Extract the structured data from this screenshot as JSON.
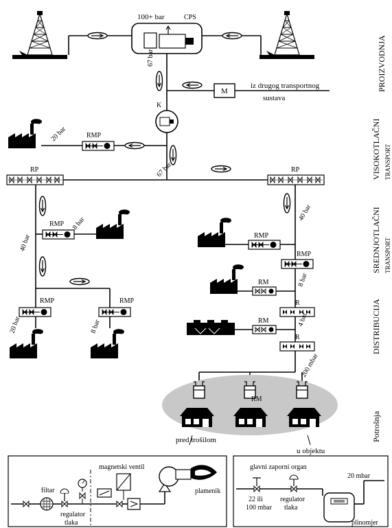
{
  "top": {
    "pressure": "100+ bar",
    "cps": "CPS",
    "p67a": "67 bar",
    "k": "K",
    "m": "M",
    "other_system_1": "iz drugog transportnog",
    "other_system_2": "sustava"
  },
  "high": {
    "rmp": "RMP",
    "p20": "20 bar",
    "p67b": "67 bar",
    "rp_left": "RP",
    "rp_right": "RP"
  },
  "middle": {
    "p40_left": "40 bar",
    "p40_right": "40 bar",
    "rmp_left": "RMP",
    "p8_left": "8 bar",
    "rmp_right": "RMP",
    "rmp_right2": "RMP",
    "rmp_bl": "RMP",
    "rmp_br": "RMP",
    "p20_bl": "20 bar",
    "p8_br": "8 bar"
  },
  "distribution": {
    "rm1": "RM",
    "p8": "8 bar",
    "r1": "R",
    "rm2": "RM",
    "p4": "4 bar",
    "r2": "R",
    "p200": "200 mbar"
  },
  "consumption": {
    "rm": "RM",
    "pred_trosilom": "pred trošilom",
    "u_objektu": "u objektu"
  },
  "detail_left": {
    "filtar": "filtar",
    "regulator_1": "regulator",
    "regulator_2": "tlaka",
    "magnetski_ventil": "magnetski ventil",
    "plamenik": "plamenik"
  },
  "detail_right": {
    "glavni": "glavni zaporni organ",
    "p20mbar": "20 mbar",
    "range_1": "22  ili",
    "range_2": "100 mbar",
    "regulator_1": "regulator",
    "regulator_2": "tlaka",
    "plinomjer": "plinomjer"
  },
  "side_labels": {
    "proizvodnja": "PROIZVODNJA",
    "visokotlacni": "VISOKOTLAČNI",
    "visokotlacni_sub": "TRANSPORT",
    "srednjotlacni": "SREDNJOTLAČNI",
    "srednjotlacni_sub": "TRANSPORT",
    "distribucija": "DISTRIBUCIJA",
    "potrosnja": "Potrošnja"
  }
}
